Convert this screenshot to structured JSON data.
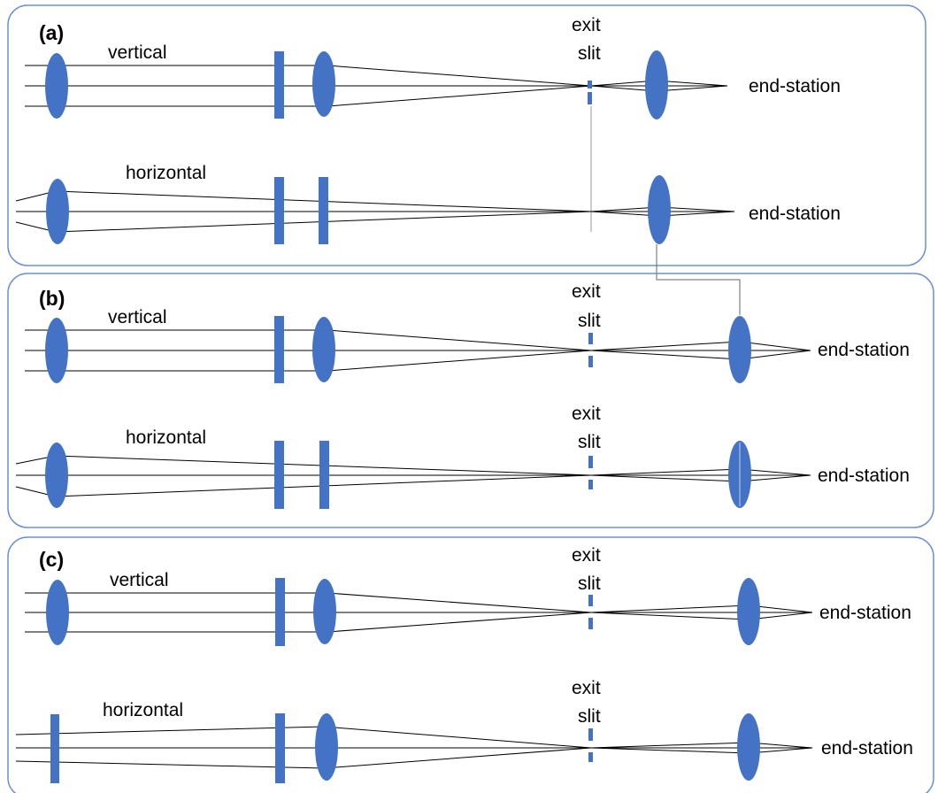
{
  "colors": {
    "optic": "#4472c4",
    "panel_border": "#6b8fd6",
    "ray": "#000000"
  },
  "panels": [
    {
      "label": "(a)",
      "vertical": {
        "row_label": "vertical",
        "slit_label_1": "exit",
        "slit_label_2": "slit",
        "end_label": "end-station"
      },
      "horizontal": {
        "row_label": "horizontal",
        "end_label": "end-station"
      }
    },
    {
      "label": "(b)",
      "vertical": {
        "row_label": "vertical",
        "slit_label_1": "exit",
        "slit_label_2": "slit",
        "end_label": "end-station"
      },
      "horizontal": {
        "row_label": "horizontal",
        "slit_label_1": "exit",
        "slit_label_2": "slit",
        "end_label": "end-station"
      }
    },
    {
      "label": "(c)",
      "vertical": {
        "row_label": "vertical",
        "slit_label_1": "exit",
        "slit_label_2": "slit",
        "end_label": "end-station"
      },
      "horizontal": {
        "row_label": "horizontal",
        "slit_label_1": "exit",
        "slit_label_2": "slit",
        "end_label": "end-station"
      }
    }
  ]
}
